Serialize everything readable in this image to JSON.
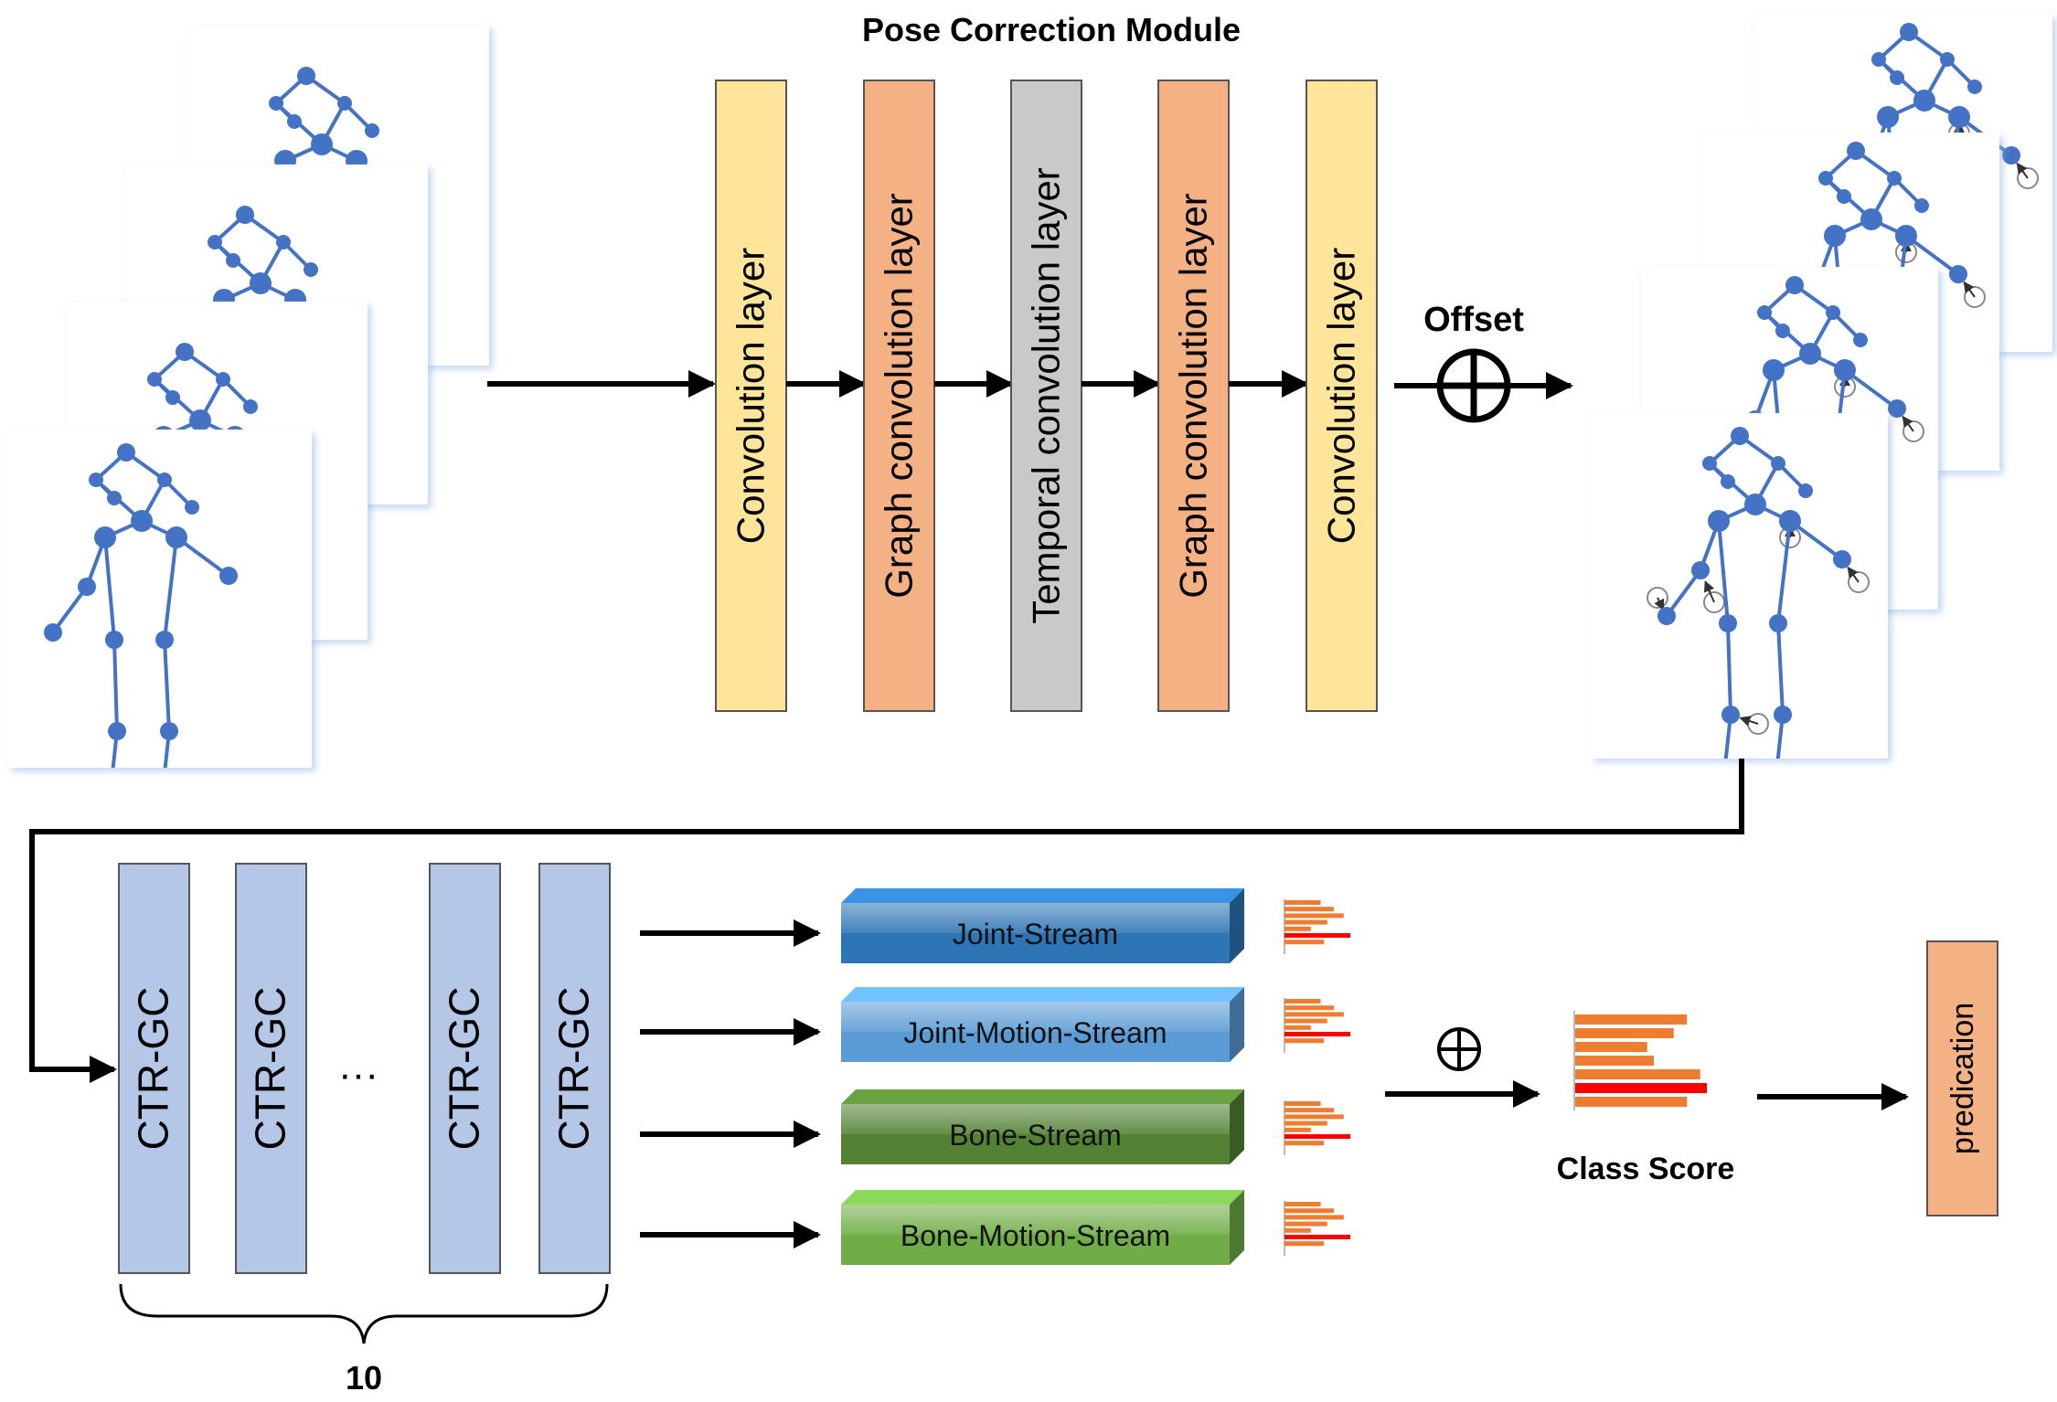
{
  "title": "Pose Correction Module",
  "pcm_layers": [
    {
      "label": "Convolution layer",
      "color": "#FFE59A"
    },
    {
      "label": "Graph convolution layer",
      "color": "#F4B183"
    },
    {
      "label": "Temporal convolution layer",
      "color": "#C9C9C9"
    },
    {
      "label": "Graph convolution layer",
      "color": "#F4B183"
    },
    {
      "label": "Convolution layer",
      "color": "#FFE59A"
    }
  ],
  "offset_label": "Offset",
  "add_symbol": "⊕",
  "ctr_blocks": [
    {
      "label": "CTR-GC"
    },
    {
      "label": "CTR-GC"
    },
    {
      "label": "CTR-GC"
    },
    {
      "label": "CTR-GC"
    }
  ],
  "ellipsis": "···",
  "block_count": "10",
  "streams": [
    {
      "label": "Joint-Stream",
      "color": "#2E75B6"
    },
    {
      "label": "Joint-Motion-Stream",
      "color": "#5B9BD5"
    },
    {
      "label": "Bone-Stream",
      "color": "#548235"
    },
    {
      "label": "Bone-Motion-Stream",
      "color": "#70AD47"
    }
  ],
  "class_score_label": "Class Score",
  "prediction_label": "predication",
  "colors": {
    "skeleton": "#4472C4",
    "ctr_block": "#B4C7E7",
    "score_bar": "#ED7D31",
    "score_top": "#FF0000",
    "prediction_box": "#F4B183"
  }
}
